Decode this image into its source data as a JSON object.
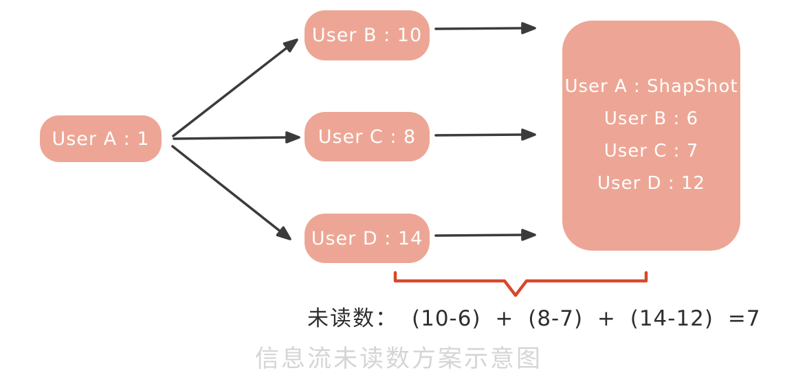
{
  "diagram": {
    "title_caption": "信息流未读数方案示意图",
    "nodes": {
      "user_a": {
        "label": "User A : 1"
      },
      "user_b": {
        "label": "User B : 10"
      },
      "user_c": {
        "label": "User C : 8"
      },
      "user_d": {
        "label": "User D : 14"
      }
    },
    "snapshot_node": {
      "lines": [
        "User A : ShapShot",
        "User B : 6",
        "User C : 7",
        "User D : 12"
      ]
    },
    "formula": {
      "label": "未读数：",
      "expression": "(10-6) + (8-7) + (14-12) =7"
    },
    "colors": {
      "node_fill": "#eda695",
      "node_text": "#ffffff",
      "arrow": "#3b3b3d",
      "brace": "#d9472b",
      "formula_text": "#2e2e2e",
      "caption_text": "#d5d5d5",
      "background": "#ffffff"
    }
  }
}
